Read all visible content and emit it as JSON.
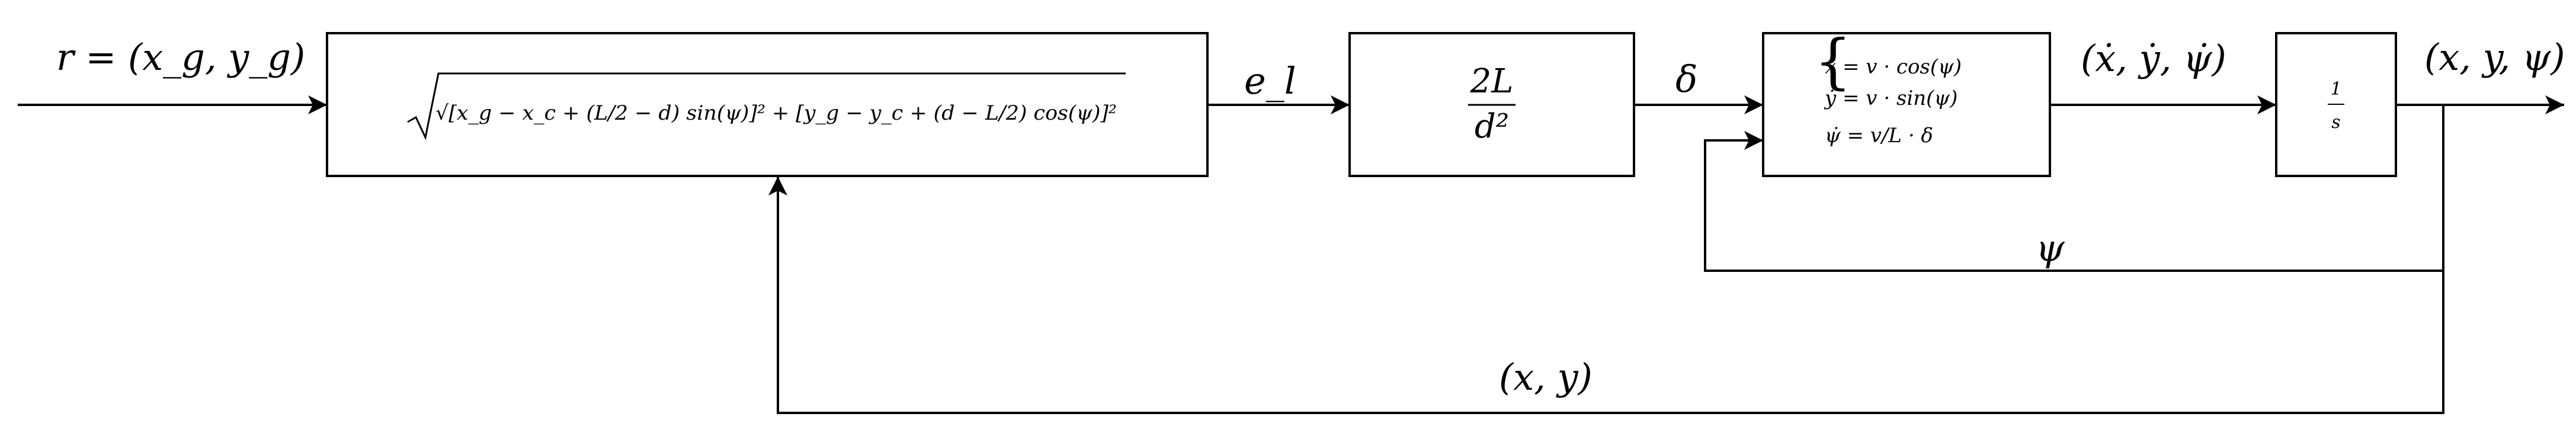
{
  "signals": {
    "reference": "r = (x_g, y_g)",
    "lateral_error": "e_l",
    "steering": "δ",
    "state_rates": "(ẋ, ẏ, ψ̇)",
    "state": "(x, y, ψ)",
    "heading_feedback": "ψ",
    "position_feedback": "(x, y)"
  },
  "blocks": {
    "error_block": {
      "expression": "√[x_g − x_c + (L/2 − d) sin(ψ)]² + [y_g − y_c + (d − L/2) cos(ψ)]²"
    },
    "gain_block": {
      "numerator": "2L",
      "denominator": "d²"
    },
    "kinematics_block": {
      "eq1": "ẋ = v · cos(ψ)",
      "eq2": "ẏ = v · sin(ψ)",
      "eq3": "ψ̇ = v/L · δ"
    },
    "integrator_block": {
      "numerator": "1",
      "denominator": "s"
    }
  }
}
